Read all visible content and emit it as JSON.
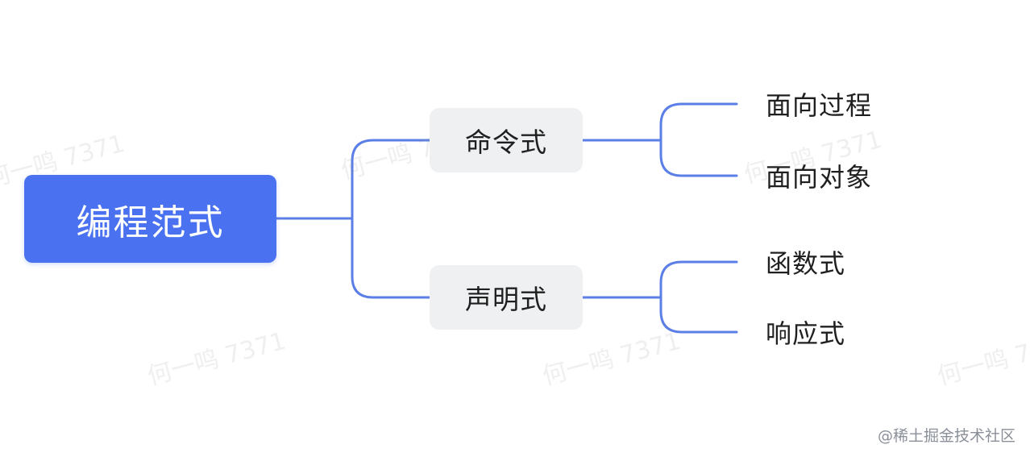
{
  "diagram": {
    "root": {
      "label": "编程范式"
    },
    "branches": [
      {
        "label": "命令式",
        "children": [
          {
            "label": "面向过程"
          },
          {
            "label": "面向对象"
          }
        ]
      },
      {
        "label": "声明式",
        "children": [
          {
            "label": "函数式"
          },
          {
            "label": "响应式"
          }
        ]
      }
    ],
    "connector_color": "#5b7fe6",
    "root_color": "#4a72f0",
    "branch_color": "#eef0f2"
  },
  "watermark": {
    "text": "何一鸣 7371"
  },
  "credit": {
    "text": "@稀土掘金技术社区"
  }
}
